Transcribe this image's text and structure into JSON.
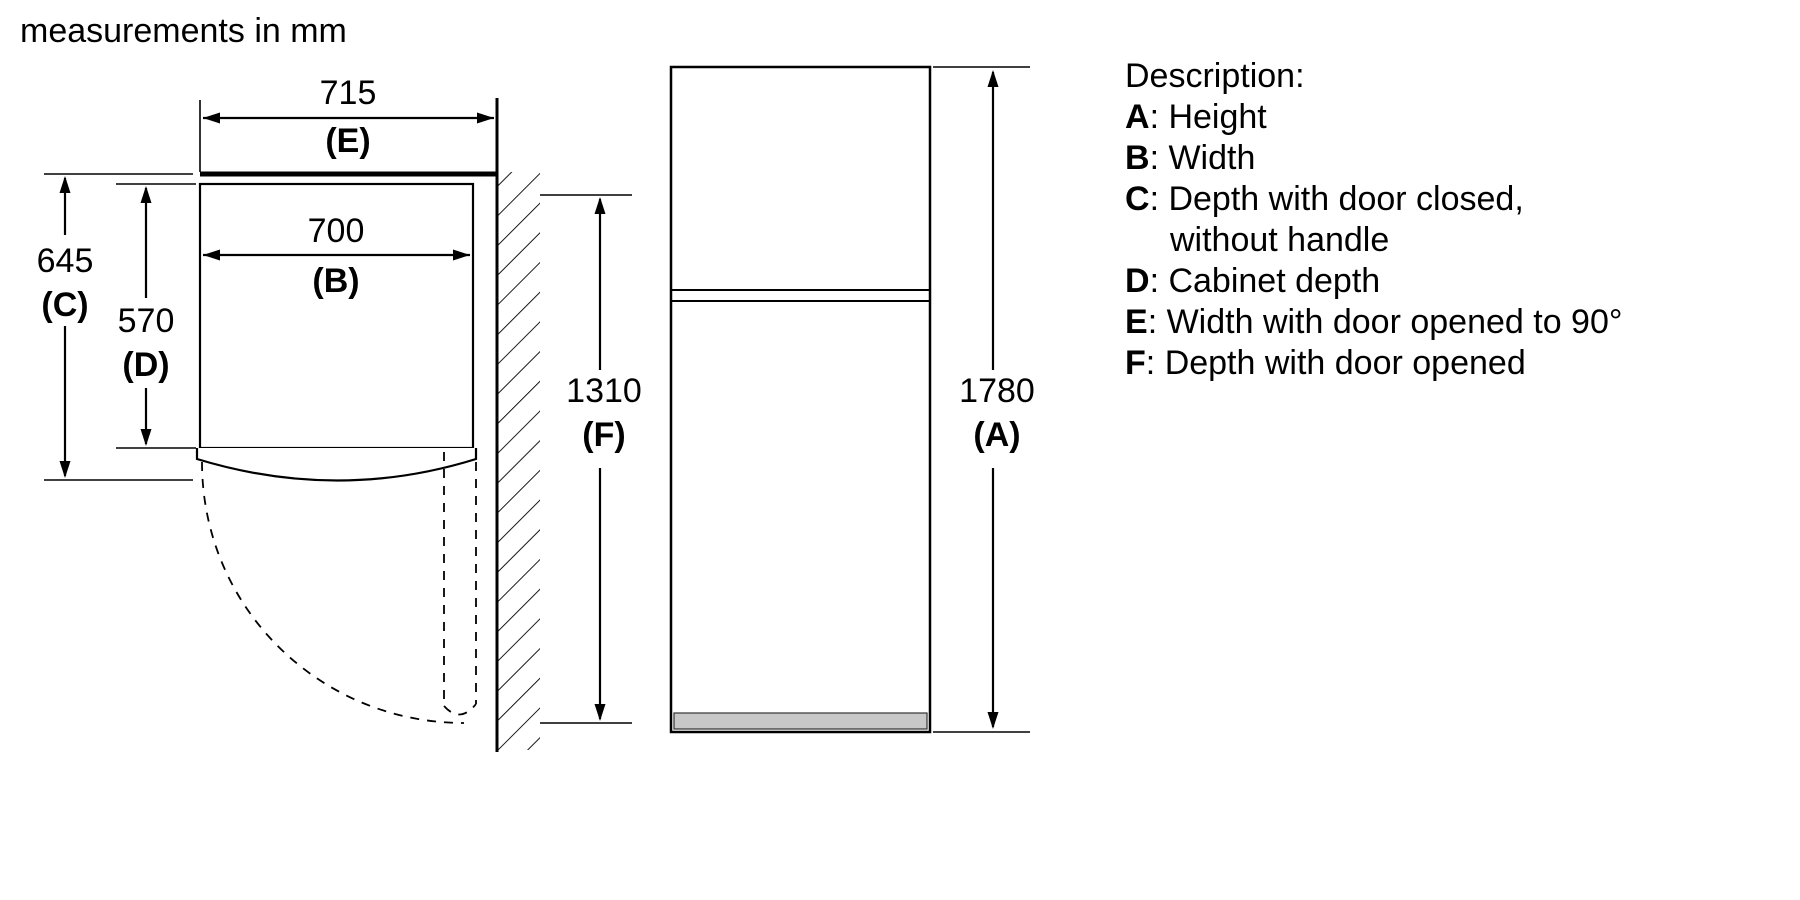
{
  "title": "measurements in mm",
  "top_view": {
    "dim_e": {
      "value": "715",
      "label": "(E)"
    },
    "dim_b": {
      "value": "700",
      "label": "(B)"
    },
    "dim_c": {
      "value": "645",
      "label": "(C)"
    },
    "dim_d": {
      "value": "570",
      "label": "(D)"
    },
    "dim_f": {
      "value": "1310",
      "label": "(F)"
    }
  },
  "front_view": {
    "dim_a": {
      "value": "1780",
      "label": "(A)"
    }
  },
  "legend": {
    "heading": "Description:",
    "sep": ": ",
    "items": [
      {
        "key": "A",
        "text": "Height"
      },
      {
        "key": "B",
        "text": "Width"
      },
      {
        "key": "C",
        "text": "Depth with door closed,",
        "text_cont": "without handle"
      },
      {
        "key": "D",
        "text": "Cabinet depth"
      },
      {
        "key": "E",
        "text": "Width with door opened to 90°"
      },
      {
        "key": "F",
        "text": "Depth with door opened"
      }
    ]
  },
  "colors": {
    "line": "#000000",
    "plinth": "#c8c8c8",
    "background": "#ffffff"
  }
}
